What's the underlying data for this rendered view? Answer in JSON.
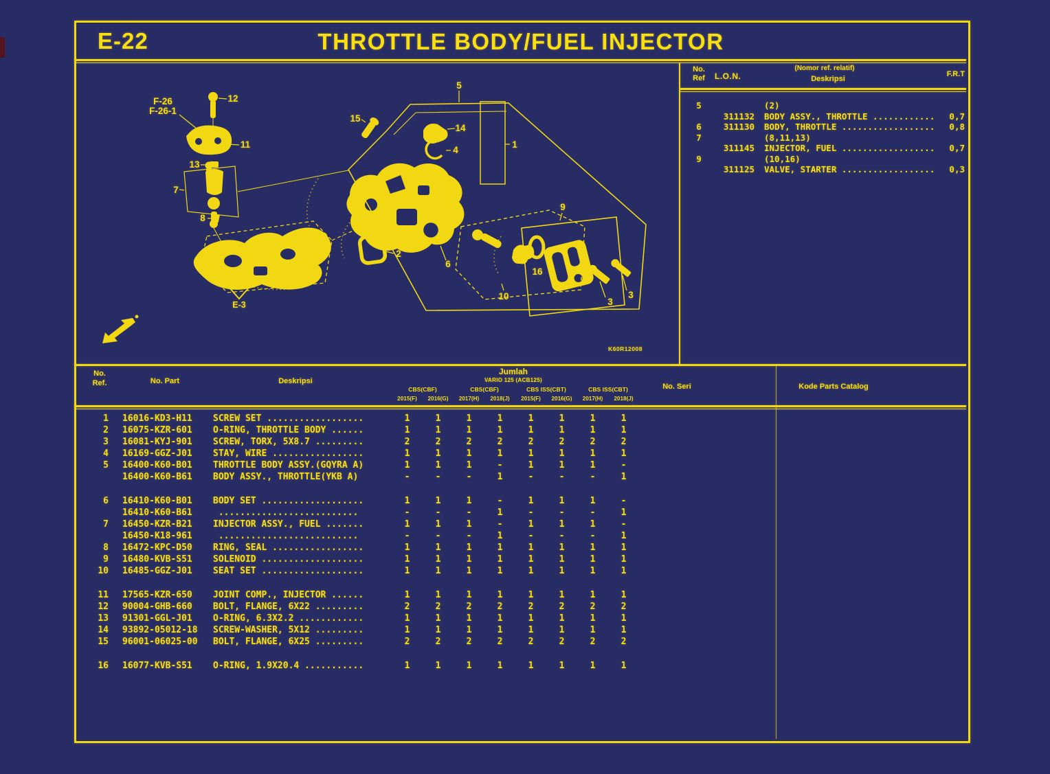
{
  "colors": {
    "background": "#282c64",
    "accent_yellow": "#f2d812"
  },
  "header": {
    "page_code": "E-22",
    "title": "THROTTLE BODY/FUEL INJECTOR"
  },
  "lon_panel": {
    "col_no_ref_line1": "No.",
    "col_no_ref_line2": "Ref",
    "col_lon": "L.O.N.",
    "col_desc_note": "(Nomor ref. relatif)",
    "col_desc": "Deskripsi",
    "col_frt": "F.R.T",
    "rows": [
      {
        "ref": "5",
        "lon": "",
        "desc": "(2)",
        "frt": ""
      },
      {
        "ref": "",
        "lon": "311132",
        "desc": "BODY ASSY., THROTTLE ............",
        "frt": "0,7"
      },
      {
        "ref": "6",
        "lon": "311130",
        "desc": "BODY, THROTTLE ..................",
        "frt": "0,8"
      },
      {
        "ref": "7",
        "lon": "",
        "desc": "(8,11,13)",
        "frt": ""
      },
      {
        "ref": "",
        "lon": "311145",
        "desc": "INJECTOR, FUEL ..................",
        "frt": "0,7"
      },
      {
        "ref": "9",
        "lon": "",
        "desc": "(10,16)",
        "frt": ""
      },
      {
        "ref": "",
        "lon": "311125",
        "desc": "VALVE, STARTER ..................",
        "frt": "0,3"
      }
    ]
  },
  "parts_table": {
    "col_no_ref_line1": "No.",
    "col_no_ref_line2": "Ref.",
    "col_no_part": "No. Part",
    "col_desc": "Deskripsi",
    "col_jumlah": "Jumlah",
    "model": "VARIO 125 (ACB125)",
    "groups": [
      "CBS(CBF)",
      "CBS(CBF)",
      "CBS ISS(CBT)",
      "CBS ISS(CBT)"
    ],
    "years": [
      "2015(F)",
      "2016(G)",
      "2017(H)",
      "2018(J)",
      "2015(F)",
      "2016(G)",
      "2017(H)",
      "2018(J)"
    ],
    "col_no_seri": "No. Seri",
    "col_kode": "Kode Parts Catalog",
    "rows": [
      {
        "ref": "1",
        "part": "16016-KD3-H11",
        "desc": "SCREW SET ..................",
        "qty": [
          "1",
          "1",
          "1",
          "1",
          "1",
          "1",
          "1",
          "1"
        ]
      },
      {
        "ref": "2",
        "part": "16075-KZR-601",
        "desc": "O-RING, THROTTLE BODY ......",
        "qty": [
          "1",
          "1",
          "1",
          "1",
          "1",
          "1",
          "1",
          "1"
        ]
      },
      {
        "ref": "3",
        "part": "16081-KYJ-901",
        "desc": "SCREW, TORX, 5X8.7 .........",
        "qty": [
          "2",
          "2",
          "2",
          "2",
          "2",
          "2",
          "2",
          "2"
        ]
      },
      {
        "ref": "4",
        "part": "16169-GGZ-J01",
        "desc": "STAY, WIRE .................",
        "qty": [
          "1",
          "1",
          "1",
          "1",
          "1",
          "1",
          "1",
          "1"
        ]
      },
      {
        "ref": "5",
        "part": "16400-K60-B01",
        "desc": "THROTTLE BODY ASSY.(GQYRA A)",
        "qty": [
          "1",
          "1",
          "1",
          "-",
          "1",
          "1",
          "1",
          "-"
        ]
      },
      {
        "ref": "",
        "part": "16400-K60-B61",
        "desc": "BODY ASSY., THROTTLE(YKB A)",
        "qty": [
          "-",
          "-",
          "-",
          "1",
          "-",
          "-",
          "-",
          "1"
        ]
      },
      {
        "gap": true
      },
      {
        "ref": "6",
        "part": "16410-K60-B01",
        "desc": "BODY SET ...................",
        "qty": [
          "1",
          "1",
          "1",
          "-",
          "1",
          "1",
          "1",
          "-"
        ]
      },
      {
        "ref": "",
        "part": "16410-K60-B61",
        "desc": " ..........................",
        "qty": [
          "-",
          "-",
          "-",
          "1",
          "-",
          "-",
          "-",
          "1"
        ]
      },
      {
        "ref": "7",
        "part": "16450-KZR-B21",
        "desc": "INJECTOR ASSY., FUEL .......",
        "qty": [
          "1",
          "1",
          "1",
          "-",
          "1",
          "1",
          "1",
          "-"
        ]
      },
      {
        "ref": "",
        "part": "16450-K18-961",
        "desc": " ..........................",
        "qty": [
          "-",
          "-",
          "-",
          "1",
          "-",
          "-",
          "-",
          "1"
        ]
      },
      {
        "ref": "8",
        "part": "16472-KPC-D50",
        "desc": "RING, SEAL .................",
        "qty": [
          "1",
          "1",
          "1",
          "1",
          "1",
          "1",
          "1",
          "1"
        ]
      },
      {
        "ref": "9",
        "part": "16480-KVB-S51",
        "desc": "SOLENOID ...................",
        "qty": [
          "1",
          "1",
          "1",
          "1",
          "1",
          "1",
          "1",
          "1"
        ]
      },
      {
        "ref": "10",
        "part": "16485-GGZ-J01",
        "desc": "SEAT SET ...................",
        "qty": [
          "1",
          "1",
          "1",
          "1",
          "1",
          "1",
          "1",
          "1"
        ]
      },
      {
        "gap": true
      },
      {
        "ref": "11",
        "part": "17565-KZR-650",
        "desc": "JOINT COMP., INJECTOR ......",
        "qty": [
          "1",
          "1",
          "1",
          "1",
          "1",
          "1",
          "1",
          "1"
        ]
      },
      {
        "ref": "12",
        "part": "90004-GHB-660",
        "desc": "BOLT, FLANGE, 6X22 .........",
        "qty": [
          "2",
          "2",
          "2",
          "2",
          "2",
          "2",
          "2",
          "2"
        ]
      },
      {
        "ref": "13",
        "part": "91301-GGL-J01",
        "desc": "O-RING, 6.3X2.2 ............",
        "qty": [
          "1",
          "1",
          "1",
          "1",
          "1",
          "1",
          "1",
          "1"
        ]
      },
      {
        "ref": "14",
        "part": "93892-05012-18",
        "desc": "SCREW-WASHER, 5X12 .........",
        "qty": [
          "1",
          "1",
          "1",
          "1",
          "1",
          "1",
          "1",
          "1"
        ]
      },
      {
        "ref": "15",
        "part": "96001-06025-00",
        "desc": "BOLT, FLANGE, 6X25 .........",
        "qty": [
          "2",
          "2",
          "2",
          "2",
          "2",
          "2",
          "2",
          "2"
        ]
      },
      {
        "gap": true
      },
      {
        "ref": "16",
        "part": "16077-KVB-S51",
        "desc": "O-RING, 1.9X20.4 ...........",
        "qty": [
          "1",
          "1",
          "1",
          "1",
          "1",
          "1",
          "1",
          "1"
        ]
      }
    ]
  },
  "diagram": {
    "links": {
      "f26": "F-26",
      "f26_1": "F-26-1",
      "e3": "E-3"
    },
    "callouts": {
      "c1": "1",
      "c2": "2",
      "c3a": "3",
      "c3b": "3",
      "c4": "4",
      "c5": "5",
      "c6": "6",
      "c7": "7",
      "c8": "8",
      "c9": "9",
      "c10": "10",
      "c11": "11",
      "c12": "12",
      "c13": "13",
      "c14": "14",
      "c15": "15",
      "c16": "16"
    },
    "watermark": "K60R12008"
  }
}
